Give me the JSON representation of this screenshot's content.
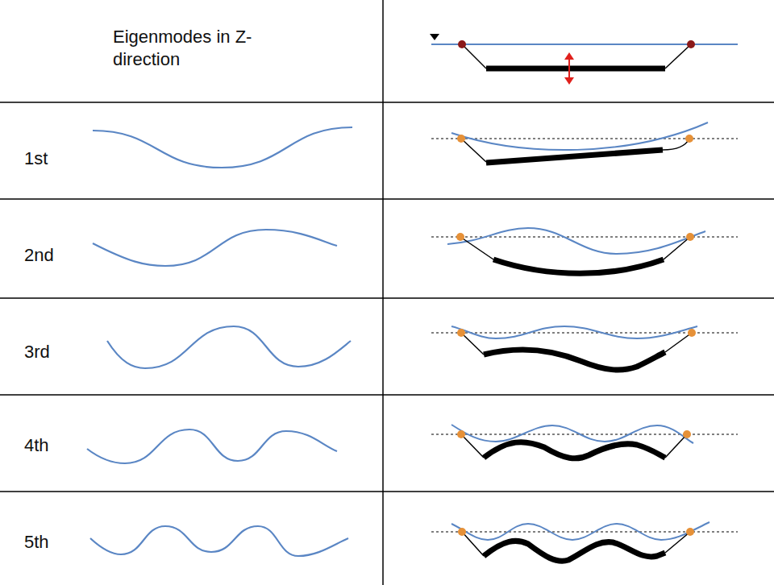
{
  "diagram": {
    "labels": [
      "Eigenmodes in Z-direction",
      "1st",
      "2nd",
      "3rd",
      "4th",
      "5th"
    ]
  }
}
